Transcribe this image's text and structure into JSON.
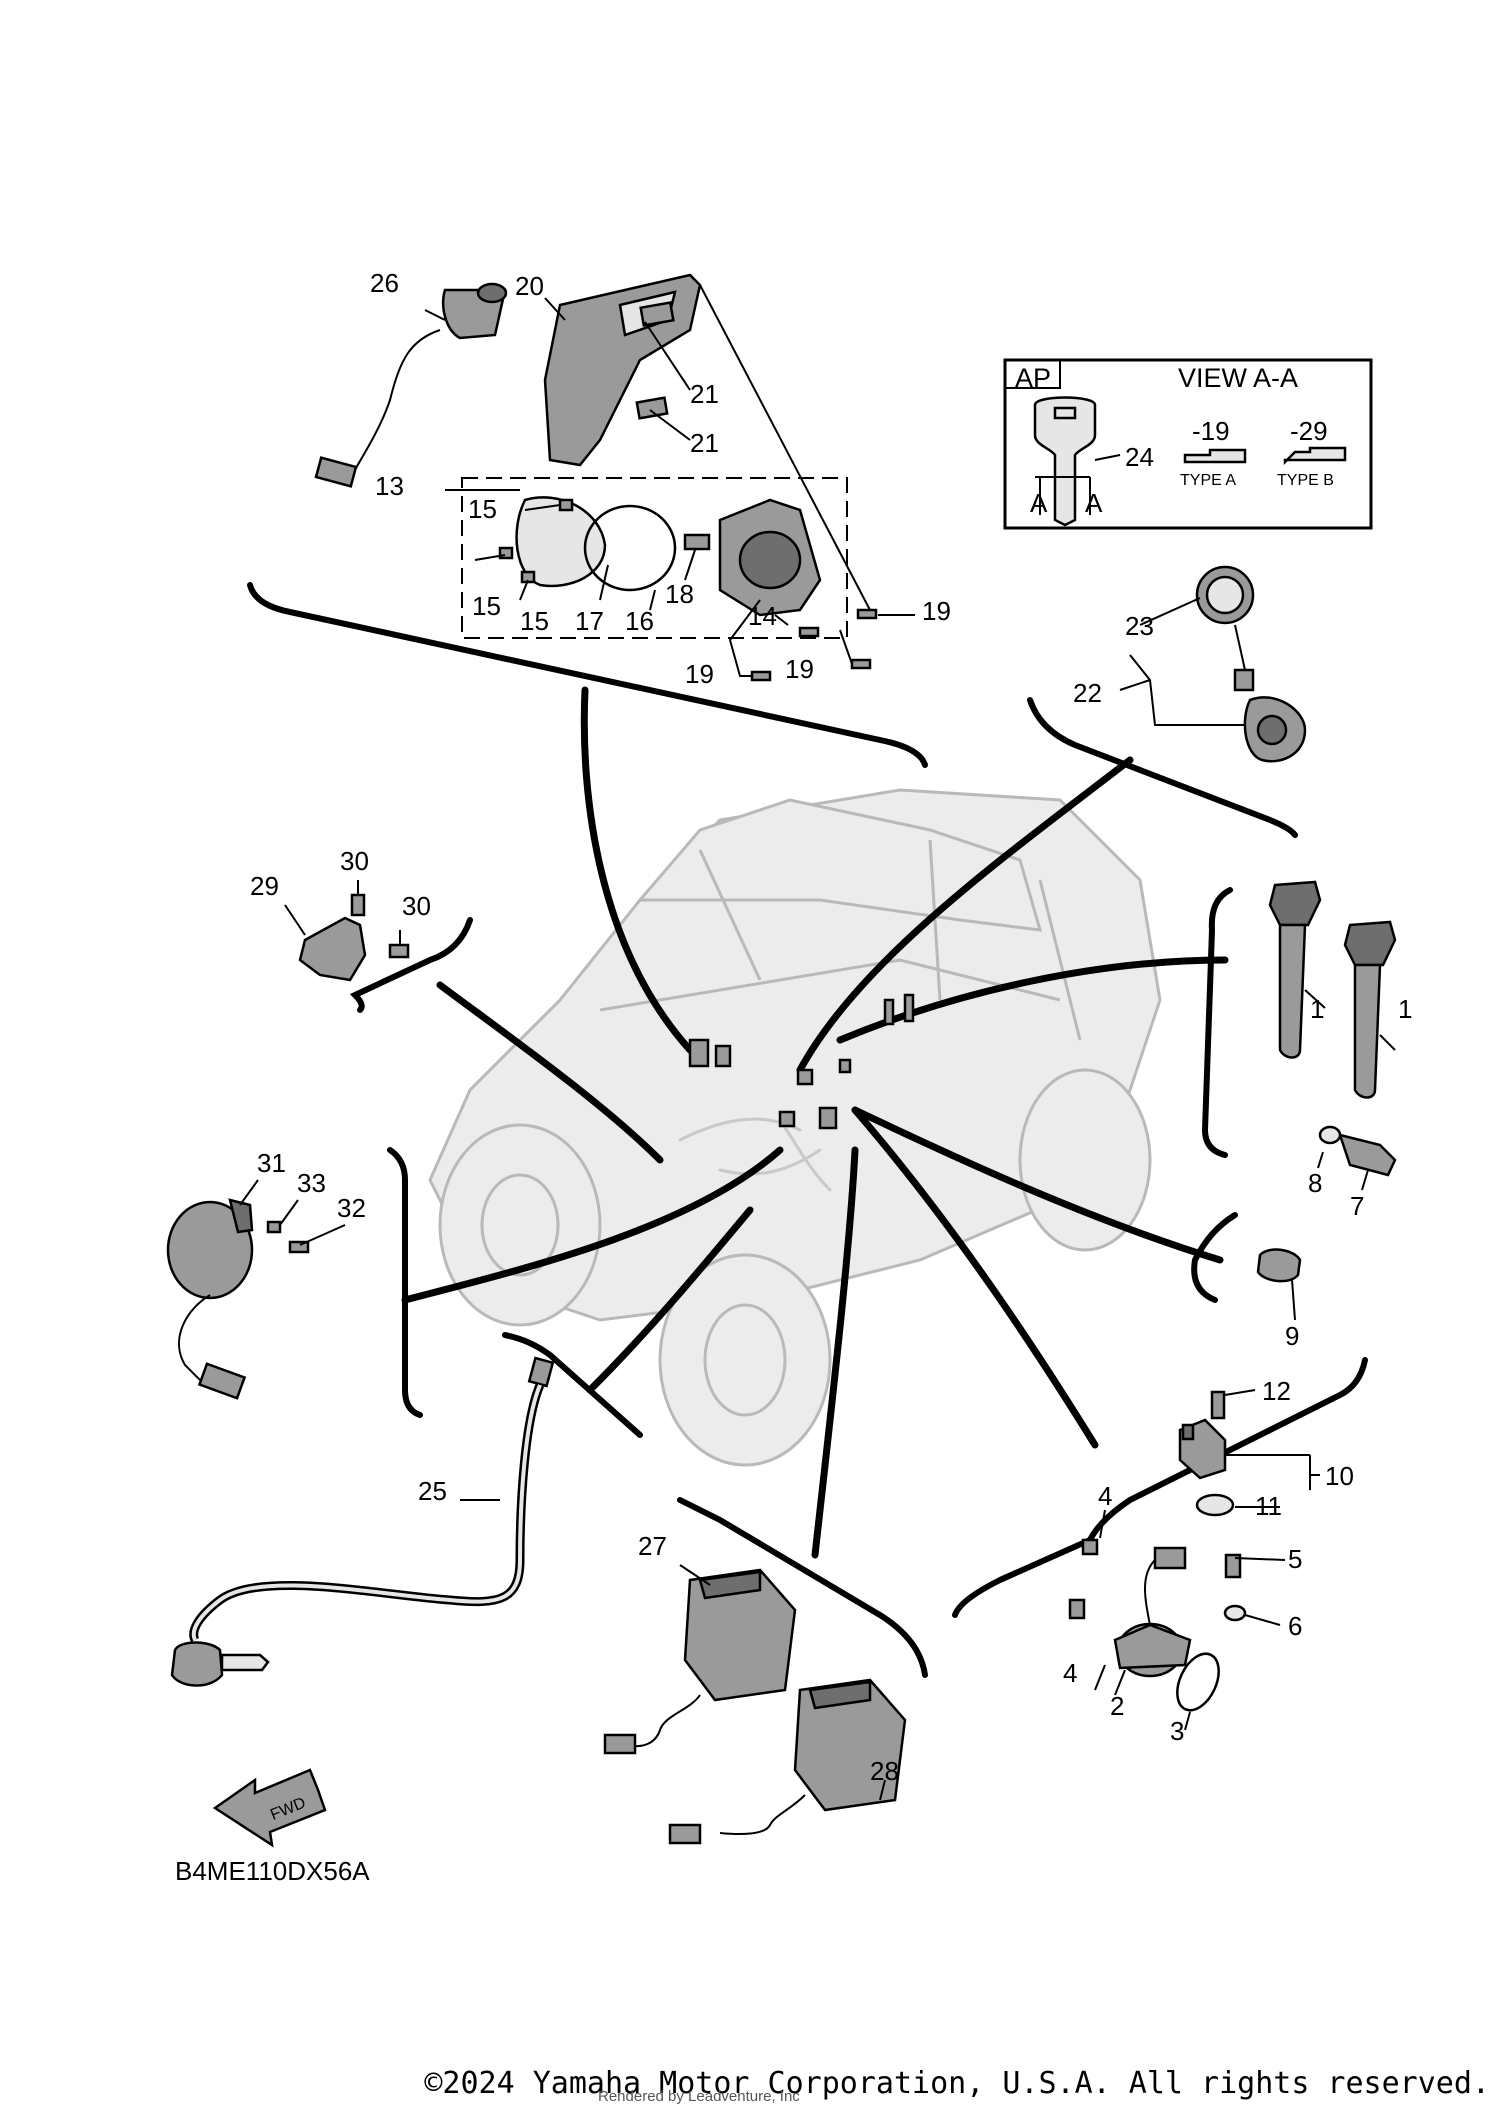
{
  "diagram": {
    "code": "B4ME110DX56A",
    "fwd": "FWD",
    "view": {
      "ap": "AP",
      "title": "VIEW A-A",
      "section_a": "A",
      "type_a_ref": "-19",
      "type_b_ref": "-29",
      "type_a": "TYPE A",
      "type_b": "TYPE B",
      "key_ref": "24"
    },
    "callouts": {
      "c1": "1",
      "c2": "2",
      "c3": "3",
      "c4": "4",
      "c5": "5",
      "c6": "6",
      "c7": "7",
      "c8": "8",
      "c9": "9",
      "c10": "10",
      "c11": "11",
      "c12": "12",
      "c13": "13",
      "c14": "14",
      "c15": "15",
      "c16": "16",
      "c17": "17",
      "c18": "18",
      "c19": "19",
      "c20": "20",
      "c21": "21",
      "c22": "22",
      "c23": "23",
      "c25": "25",
      "c26": "26",
      "c27": "27",
      "c28": "28",
      "c29": "29",
      "c30": "30",
      "c31": "31",
      "c32": "32",
      "c33": "33"
    }
  },
  "footer": {
    "copyright": "©2024 Yamaha Motor Corporation, U.S.A. All rights reserved.",
    "rendered_by": "Rendered by Leadventure, Inc"
  },
  "colors": {
    "part_fill": "#9a9a9a",
    "vehicle_ghost": "#ececec",
    "ink": "#000000"
  }
}
